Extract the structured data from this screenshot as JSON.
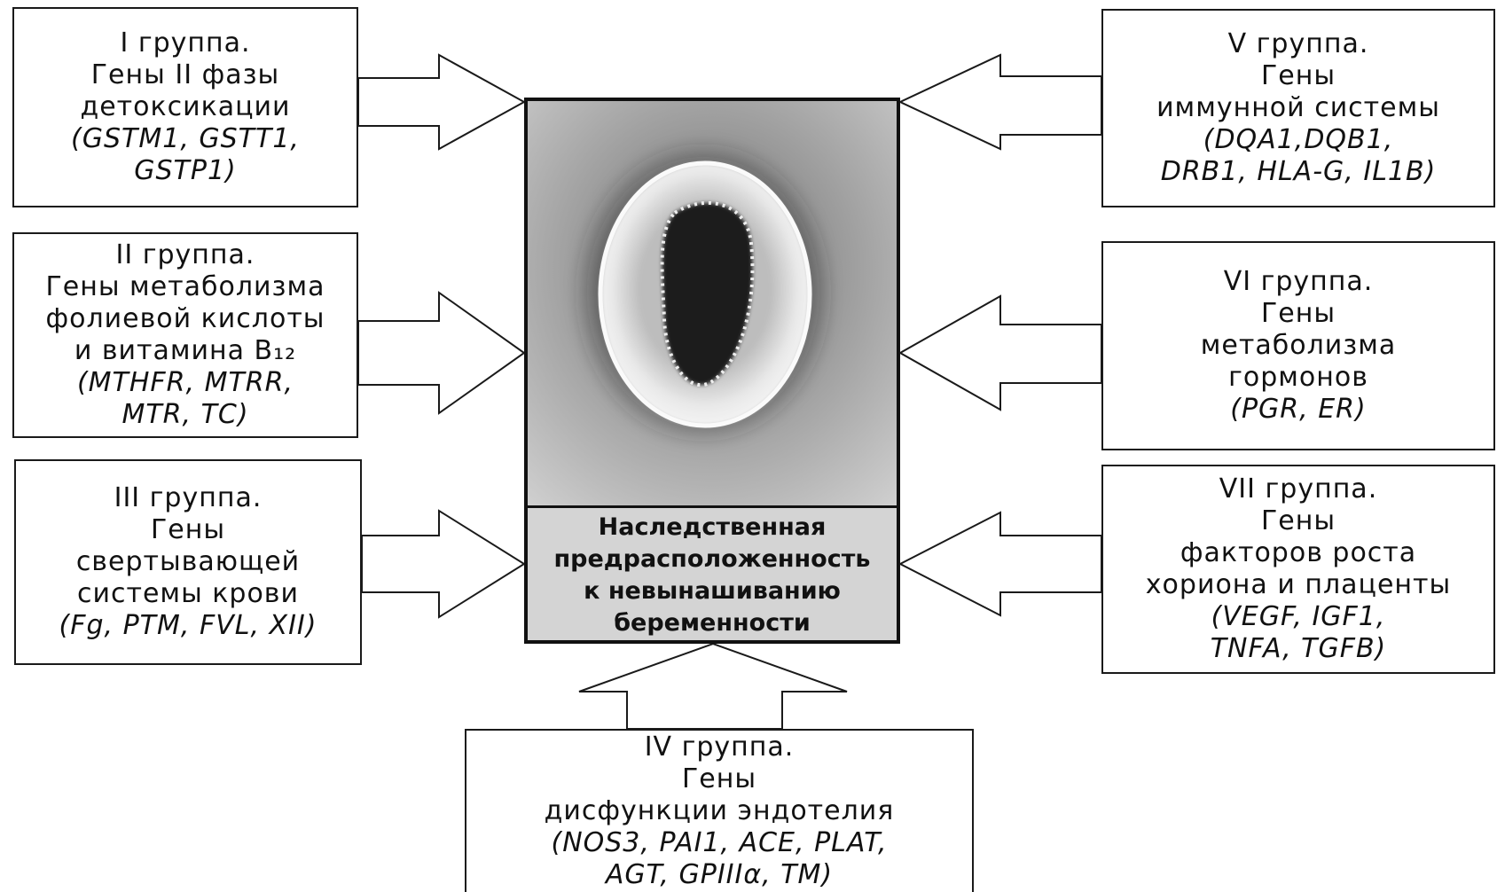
{
  "center": {
    "caption_lines": [
      "Наследственная",
      "предрасположенность",
      "к невынашиванию",
      "беременности"
    ]
  },
  "groups": [
    {
      "lines": [
        "I группа.",
        "Гены II фазы",
        "детоксикации"
      ],
      "genes": [
        "(GSTM1, GSTT1,",
        "GSTP1)"
      ]
    },
    {
      "lines": [
        "II группа.",
        "Гены метаболизма",
        "фолиевой кислоты",
        "и витамина B₁₂"
      ],
      "genes": [
        "(MTHFR, MTRR,",
        "MTR, TC)"
      ]
    },
    {
      "lines": [
        "III группа.",
        "Гены",
        "свертывающей",
        "системы крови"
      ],
      "genes": [
        "(Fg, PTM, FVL, XII)"
      ]
    },
    {
      "lines": [
        "IV группа.",
        "Гены",
        "дисфункции эндотелия"
      ],
      "genes": [
        "(NOS3, PAI1, ACE, PLAT,",
        "AGT, GPIIIα, TM)"
      ]
    },
    {
      "lines": [
        "V группа.",
        "Гены",
        "иммунной системы"
      ],
      "genes": [
        "(DQA1,DQB1,",
        "DRB1, HLA-G, IL1B)"
      ]
    },
    {
      "lines": [
        "VI группа.",
        "Гены",
        "метаболизма",
        "гормонов"
      ],
      "genes": [
        "(PGR, ER)"
      ]
    },
    {
      "lines": [
        "VII группа.",
        "Гены",
        "факторов роста",
        "хориона и плаценты"
      ],
      "genes": [
        "(VEGF, IGF1,",
        "TNFA, TGFB)"
      ]
    }
  ]
}
